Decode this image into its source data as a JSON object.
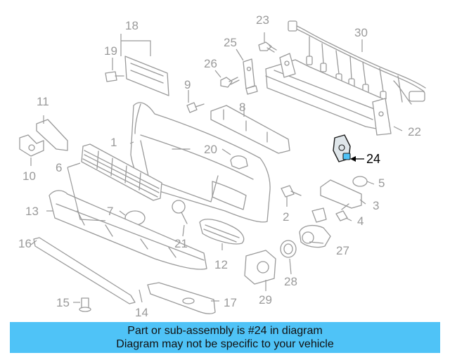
{
  "diagram": {
    "callouts": [
      "1",
      "2",
      "3",
      "4",
      "5",
      "6",
      "7",
      "8",
      "9",
      "10",
      "11",
      "12",
      "13",
      "14",
      "15",
      "16",
      "17",
      "18",
      "19",
      "20",
      "21",
      "22",
      "23",
      "24",
      "25",
      "26",
      "27",
      "28",
      "29",
      "30"
    ],
    "highlighted_callout": "24"
  },
  "banner": {
    "line1": "Part or sub-assembly is #24 in diagram",
    "line2": "Diagram may not be specific to your vehicle",
    "background_color": "#4fc3f7"
  }
}
